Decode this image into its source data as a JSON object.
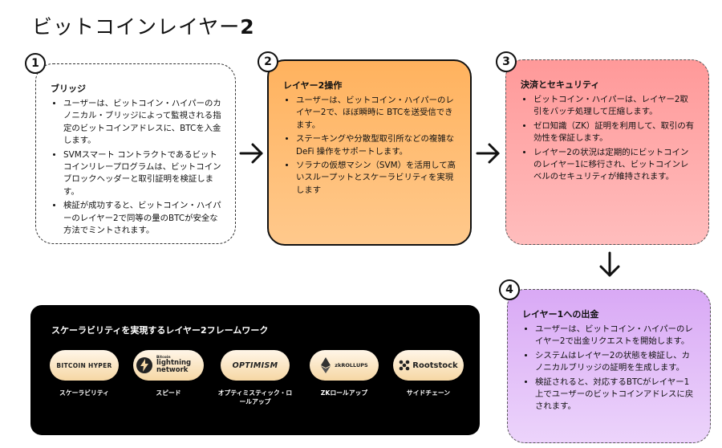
{
  "title": {
    "main": "ビットコインレイヤー",
    "num": "2"
  },
  "steps": [
    {
      "number": "1",
      "heading": "ブリッジ",
      "bullets": [
        "ユーザーは、ビットコイン・ハイパーのカノニカル・ブリッジによって監視される指定のビットコインアドレスに、BTCを入金します。",
        "SVMスマート コントラクトであるビットコインリレープログラムは、ビットコインブロックヘッダーと取引証明を検証します。",
        "検証が成功すると、ビットコイン・ハイパーのレイヤー2で同等の量のBTCが安全な方法でミントされます。"
      ]
    },
    {
      "number": "2",
      "heading": "レイヤー2操作",
      "bullets": [
        "ユーザーは、ビットコイン・ハイパーのレイヤー2で、ほぼ瞬時に BTCを送受信できます。",
        "ステーキングや分散型取引所などの複雑なDeFi 操作をサポートします。",
        "ソラナの仮想マシン（SVM）を活用して高いスループットとスケーラビリティを実現します"
      ]
    },
    {
      "number": "3",
      "heading": "決済とセキュリティ",
      "bullets": [
        "ビットコイン・ハイパーは、レイヤー2取引をバッチ処理して圧縮します。",
        "ゼロ知識（ZK）証明を利用して、取引の有効性を保証します。",
        "レイヤー2の状況は定期的にビットコインのレイヤー1に移行され、ビットコインレベルのセキュリティが維持されます。"
      ]
    },
    {
      "number": "4",
      "heading": "レイヤー1への出金",
      "bullets": [
        "ユーザーは、ビットコイン・ハイパーのレイヤー2で出金リクエストを開始します。",
        "システムはレイヤー2の状態を検証し、カノニカルブリッジの証明を生成します。",
        "検証されると、対応するBTCがレイヤー1上でユーザーのビットコインアドレスに戻されます。"
      ]
    }
  ],
  "framework": {
    "title": "スケーラビリティを実現するレイヤー2フレームワーク",
    "items": [
      {
        "logo": "BITCOIN HYPER",
        "caption": "スケーラビリティ"
      },
      {
        "logo_small": "Bitcoin",
        "logo": "lightning network",
        "caption": "スピード"
      },
      {
        "logo": "OPTIMISM",
        "caption": "オプティミスティック・ロールアップ"
      },
      {
        "logo": "zkROLLUPS",
        "caption": "ZKロールアップ"
      },
      {
        "logo": "Rootstock",
        "caption": "サイドチェーン"
      }
    ]
  },
  "colors": {
    "step2": "#ffb25e",
    "step3": "#ff9999",
    "step4": "#d9a9f5",
    "panel": "#000000",
    "logo_bg": "#f6d7a4"
  },
  "icons": [
    "arrow-right-icon",
    "arrow-down-icon",
    "lightning-bolt-icon",
    "ethereum-diamond-icon",
    "rootstock-grid-icon"
  ]
}
